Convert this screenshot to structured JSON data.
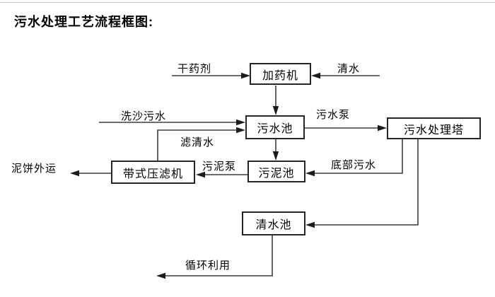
{
  "title": "污水处理工艺流程框图:",
  "nodes": {
    "dosing_machine": {
      "label": "加药机"
    },
    "sewage_pool": {
      "label": "污水池"
    },
    "treatment_tower": {
      "label": "污水处理塔"
    },
    "belt_filter_press": {
      "label": "带式压滤机"
    },
    "sludge_pool": {
      "label": "污泥池"
    },
    "clean_water_pool": {
      "label": "清水池"
    }
  },
  "edge_labels": {
    "dry_chemical": "干药剂",
    "clean_water_in": "清水",
    "sand_wash_sewage": "洗沙污水",
    "sewage_pump": "污水泵",
    "filtered_water": "滤清水",
    "sludge_pump": "污泥泵",
    "bottom_sewage": "底部污水",
    "mud_cake_out": "泥饼外运",
    "recycle": "循环利用"
  },
  "edges": [
    {
      "from": "dry_chemical_source",
      "to": "dosing_machine",
      "label": "干药剂"
    },
    {
      "from": "clean_water_source",
      "to": "dosing_machine",
      "label": "清水"
    },
    {
      "from": "dosing_machine",
      "to": "sewage_pool",
      "label": ""
    },
    {
      "from": "sand_wash_source",
      "to": "sewage_pool",
      "label": "洗沙污水"
    },
    {
      "from": "belt_filter_press",
      "to": "sewage_pool",
      "label": "滤清水"
    },
    {
      "from": "sewage_pool",
      "to": "treatment_tower",
      "label": "污水泵"
    },
    {
      "from": "sewage_pool",
      "to": "sludge_pool",
      "label": ""
    },
    {
      "from": "treatment_tower",
      "to": "sludge_pool",
      "label": "底部污水"
    },
    {
      "from": "sludge_pool",
      "to": "belt_filter_press",
      "label": "污泥泵"
    },
    {
      "from": "belt_filter_press",
      "to": "outside",
      "label": "泥饼外运"
    },
    {
      "from": "treatment_tower",
      "to": "clean_water_pool",
      "label": ""
    },
    {
      "from": "clean_water_pool",
      "to": "reuse",
      "label": "循环利用"
    }
  ],
  "colors": {
    "background": "#ffffff",
    "line": "#3d3d3d",
    "box_border": "#262626",
    "text": "#000000",
    "top_rule": "#c9c9c9"
  }
}
